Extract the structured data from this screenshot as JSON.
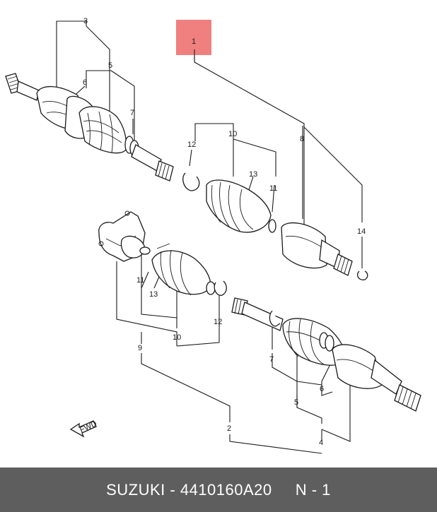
{
  "callouts": {
    "c1": "1",
    "c2": "2",
    "c3": "3",
    "c4": "4",
    "c5a": "5",
    "c5b": "5",
    "c6a": "6",
    "c6b": "6",
    "c7a": "7",
    "c7b": "7",
    "c8": "8",
    "c9": "9",
    "c10a": "10",
    "c10b": "10",
    "c11a": "11",
    "c11b": "11",
    "c12a": "12",
    "c12b": "12",
    "c13a": "13",
    "c13b": "13",
    "c14": "14"
  },
  "fwd_label": "FWD",
  "highlight_color": "#f08080",
  "footer": {
    "text": "SUZUKI - 4410160A20     N - 1"
  }
}
